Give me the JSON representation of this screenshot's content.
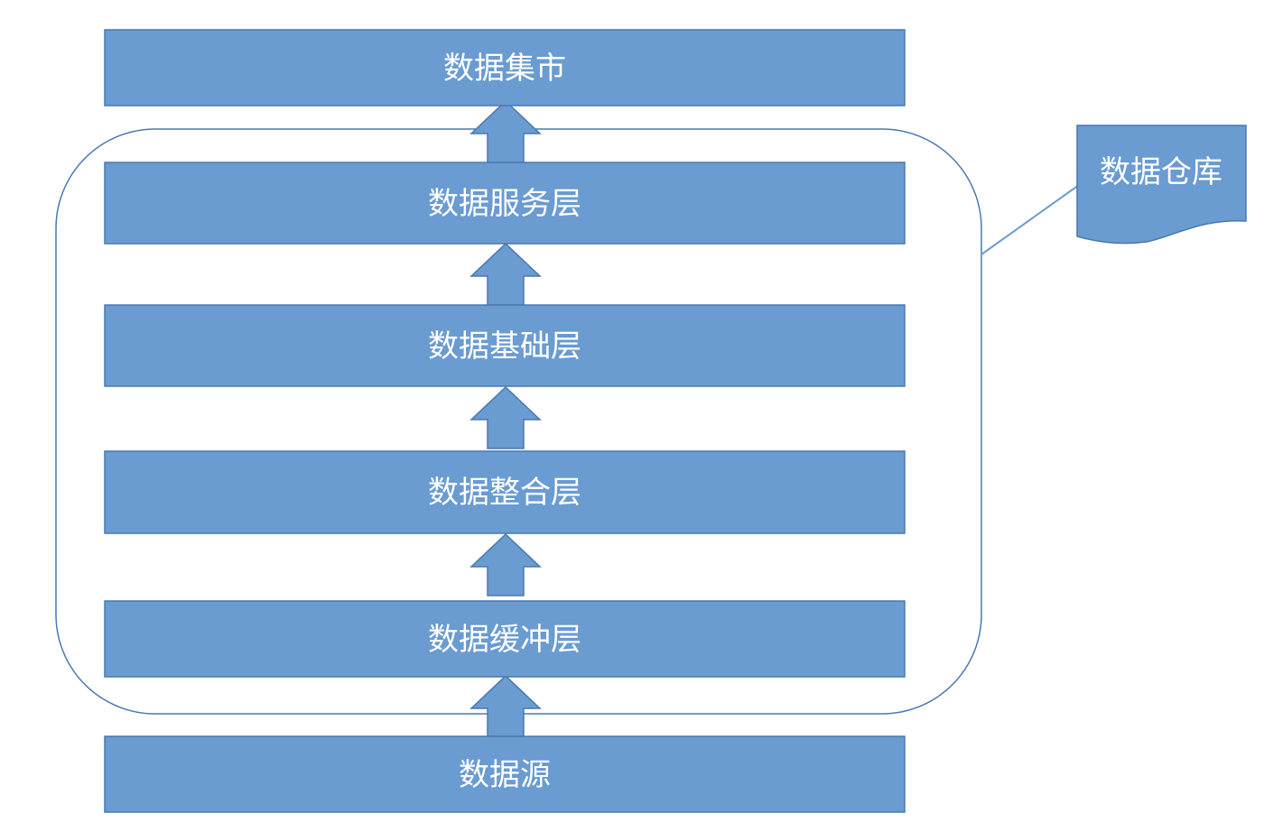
{
  "diagram": {
    "layers": [
      {
        "id": "data-mart",
        "label": "数据集市"
      },
      {
        "id": "data-service-layer",
        "label": "数据服务层"
      },
      {
        "id": "data-foundation-layer",
        "label": "数据基础层"
      },
      {
        "id": "data-integration-layer",
        "label": "数据整合层"
      },
      {
        "id": "data-buffer-layer",
        "label": "数据缓冲层"
      },
      {
        "id": "data-source",
        "label": "数据源"
      }
    ],
    "group_label": "数据仓库",
    "colors": {
      "box_fill": "#6a9bd1",
      "box_stroke": "#4a78b0",
      "group_stroke": "#4a78b0",
      "text": "#ffffff"
    }
  }
}
